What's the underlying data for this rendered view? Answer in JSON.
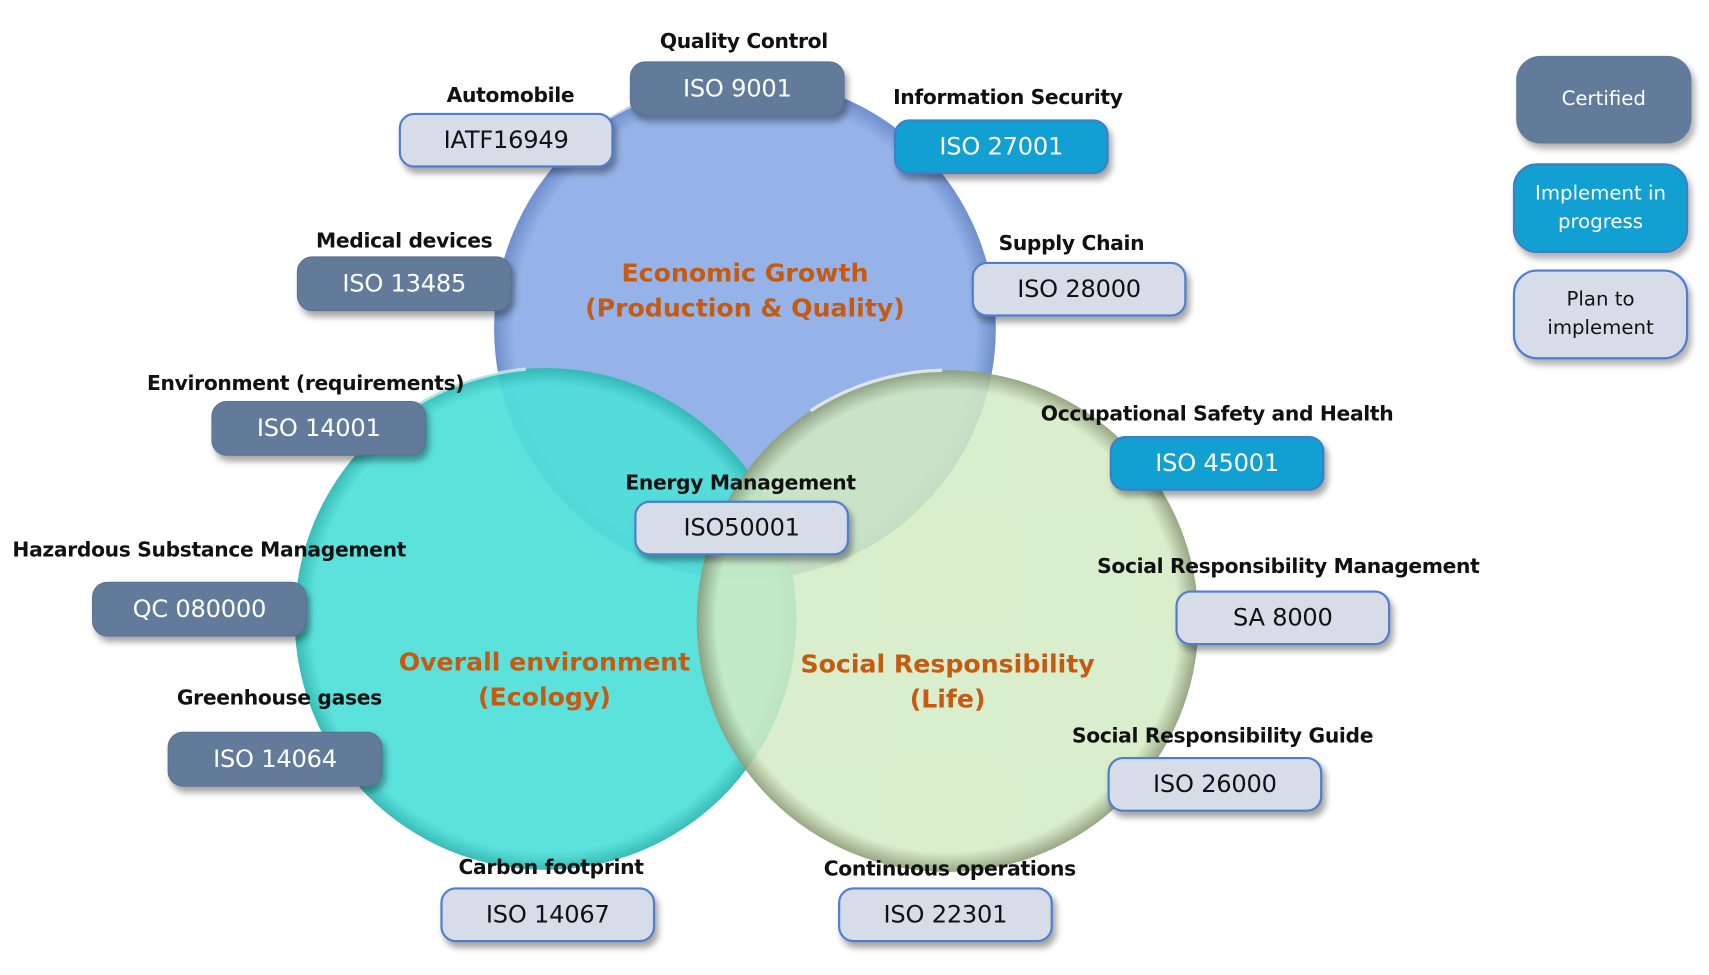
{
  "circles": {
    "economic": {
      "line1": "Economic Growth",
      "line2": "(Production & Quality)",
      "color": "#95b3e8"
    },
    "environment": {
      "line1": "Overall environment",
      "line2": "(Ecology)",
      "color": "#4fdfda"
    },
    "social": {
      "line1": "Social Responsibility",
      "line2": "(Life)",
      "color": "#d3ebc3"
    }
  },
  "standards": [
    {
      "caption": "Quality Control",
      "code": "ISO 9001",
      "status": "certified"
    },
    {
      "caption": "Automobile",
      "code": "IATF16949",
      "status": "plan"
    },
    {
      "caption": "Information Security",
      "code": "ISO 27001",
      "status": "progress"
    },
    {
      "caption": "Medical devices",
      "code": "ISO 13485",
      "status": "certified"
    },
    {
      "caption": "Supply Chain",
      "code": "ISO 28000",
      "status": "plan"
    },
    {
      "caption": "Environment (requirements)",
      "code": "ISO 14001",
      "status": "certified"
    },
    {
      "caption": "Occupational Safety and Health",
      "code": "ISO 45001",
      "status": "progress"
    },
    {
      "caption": "Energy Management",
      "code": "ISO50001",
      "status": "plan"
    },
    {
      "caption": "Hazardous Substance Management",
      "code": "QC 080000",
      "status": "certified"
    },
    {
      "caption": "Social Responsibility Management",
      "code": "SA 8000",
      "status": "plan"
    },
    {
      "caption": "Greenhouse gases",
      "code": "ISO 14064",
      "status": "certified"
    },
    {
      "caption": "Social Responsibility Guide",
      "code": "ISO 26000",
      "status": "plan"
    },
    {
      "caption": "Carbon footprint",
      "code": "ISO 14067",
      "status": "plan"
    },
    {
      "caption": "Continuous operations",
      "code": "ISO 22301",
      "status": "plan"
    }
  ],
  "legend": {
    "certified": "Certified",
    "progress": "Implement in progress",
    "plan": "Plan to implement"
  },
  "colors": {
    "certified": "#627b9b",
    "progress": "#12a0d2",
    "plan": "#d6dde9",
    "title_text": "#c55a11"
  }
}
